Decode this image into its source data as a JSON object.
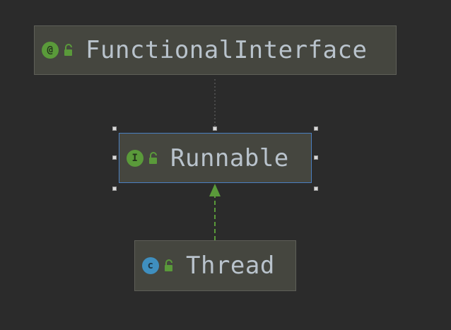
{
  "diagram": {
    "nodes": [
      {
        "id": "functional-interface",
        "badge": "@",
        "kind": "annotation",
        "label": "FunctionalInterface"
      },
      {
        "id": "runnable",
        "badge": "I",
        "kind": "interface",
        "label": "Runnable",
        "selected": true
      },
      {
        "id": "thread",
        "badge": "c",
        "kind": "class",
        "label": "Thread"
      }
    ],
    "edges": [
      {
        "from": "runnable",
        "to": "functional-interface",
        "style": "dotted",
        "color": "#6b6b6b"
      },
      {
        "from": "thread",
        "to": "runnable",
        "style": "dashed-arrow",
        "color": "#5a9a3a"
      }
    ],
    "icons": {
      "annotation": "annotation-icon",
      "interface": "interface-icon",
      "class": "class-icon",
      "visibility": "unlocked-padlock-icon"
    },
    "colors": {
      "background": "#2b2b2b",
      "node_fill": "#45463f",
      "selection_border": "#4a7fc1",
      "text": "#b9c3cc",
      "green_badge": "#5a9a3a",
      "blue_badge": "#3f8fbf"
    }
  }
}
